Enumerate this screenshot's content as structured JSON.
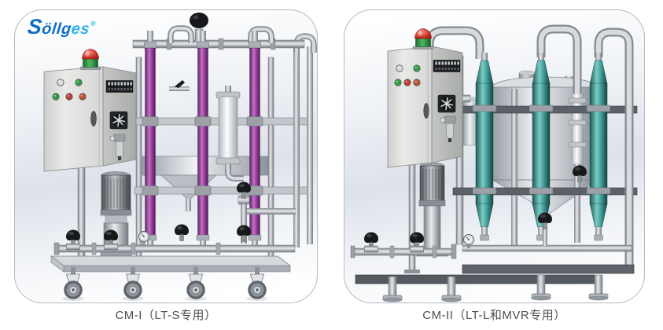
{
  "figure": {
    "type": "product-brochure-figure"
  },
  "brand": {
    "logo_prefix": "Söllg",
    "logo_suffix": "es",
    "registered_mark": "®"
  },
  "panels": [
    {
      "caption": "CM-I（LT-S专用）"
    },
    {
      "caption": "CM-II（LT-L和MVR专用）"
    }
  ],
  "colors": {
    "logo_blue": "#0e6fc8",
    "logo_cyan": "#2fb2ea",
    "membrane_purple": "#9c3ca0",
    "membrane_teal": "#3f9d98",
    "beacon_red": "#c5291f",
    "beacon_green": "#2f9e44",
    "indicator_green": "#2f9e44",
    "indicator_red": "#c33a30",
    "indicator_amber": "#c0512c",
    "indicator_white": "#d8dcd9",
    "caption_gray": "#4d4d4d",
    "panel_border": "#b6bac0"
  }
}
